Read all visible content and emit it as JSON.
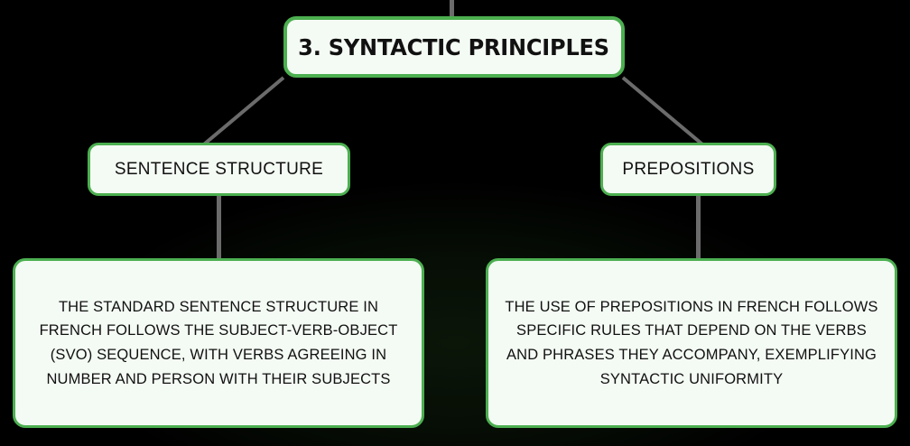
{
  "diagram": {
    "type": "tree",
    "background_color": "#000000",
    "node_fill_color": "#f4faf4",
    "node_border_color": "#4caf50",
    "connector_color": "#6b6b6b",
    "text_color": "#111111",
    "root": {
      "label": "3. SYNTACTIC PRINCIPLES"
    },
    "branches": [
      {
        "label": "SENTENCE STRUCTURE",
        "detail": "THE STANDARD SENTENCE STRUCTURE IN FRENCH FOLLOWS THE SUBJECT-VERB-OBJECT (SVO) SEQUENCE, WITH VERBS AGREEING IN NUMBER AND PERSON WITH THEIR SUBJECTS"
      },
      {
        "label": "PREPOSITIONS",
        "detail": "THE USE OF PREPOSITIONS IN FRENCH FOLLOWS SPECIFIC RULES THAT DEPEND ON THE VERBS AND PHRASES THEY ACCOMPANY, EXEMPLIFYING SYNTACTIC UNIFORMITY"
      }
    ]
  }
}
